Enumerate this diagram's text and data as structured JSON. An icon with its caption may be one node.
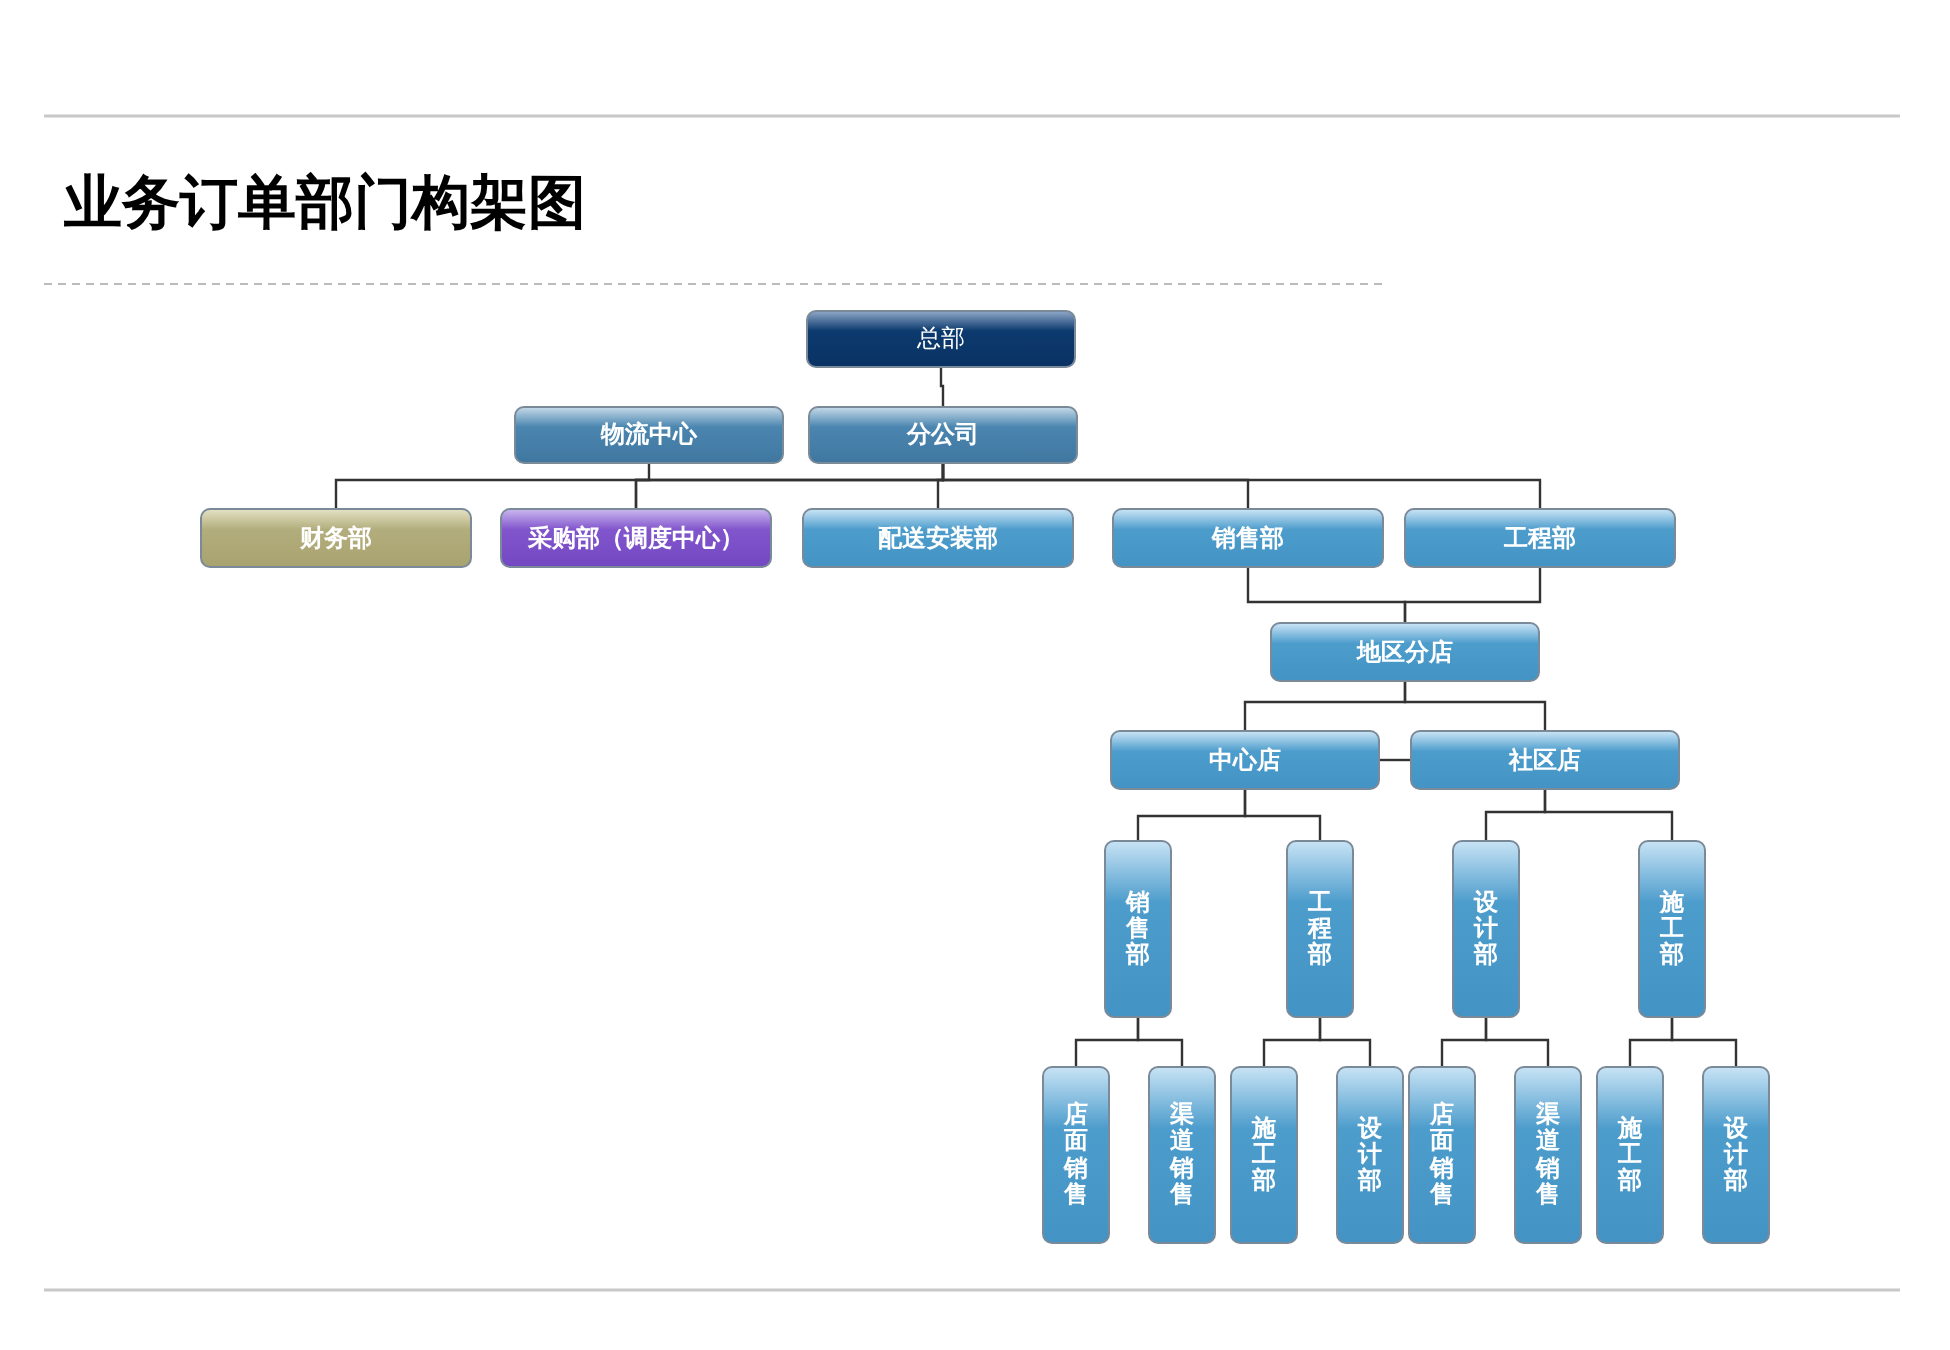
{
  "diagram": {
    "title": "业务订单部门构架图",
    "nodes": [
      {
        "text": [
          "总部"
        ]
      },
      {
        "text": [
          "物流中心"
        ]
      },
      {
        "text": [
          "分公司"
        ]
      },
      {
        "text": [
          "财务部"
        ]
      },
      {
        "text": [
          "采购部（调度中心）"
        ]
      },
      {
        "text": [
          "配送安装部"
        ]
      },
      {
        "text": [
          "销售部"
        ]
      },
      {
        "text": [
          "工程部"
        ]
      },
      {
        "text": [
          "地区分店"
        ]
      },
      {
        "text": [
          "中心店"
        ]
      },
      {
        "text": [
          "社区店"
        ]
      },
      {
        "text": [
          "销售部"
        ]
      },
      {
        "text": [
          "工程部"
        ]
      },
      {
        "text": [
          "设计部"
        ]
      },
      {
        "text": [
          "施工部"
        ]
      },
      {
        "text": [
          "店面销售"
        ]
      },
      {
        "text": [
          "渠道销售"
        ]
      },
      {
        "text": [
          "施工部"
        ]
      },
      {
        "text": [
          "设计部"
        ]
      },
      {
        "text": [
          "店面销售"
        ]
      },
      {
        "text": [
          "渠道销售"
        ]
      },
      {
        "text": [
          "施工部"
        ]
      },
      {
        "text": [
          "设计部"
        ]
      }
    ],
    "edges": [
      {
        "from": 0,
        "to": 2,
        "arrow": "none"
      },
      {
        "from": 2,
        "to": 3,
        "arrow": "none"
      },
      {
        "from": 2,
        "to": 4,
        "arrow": "none"
      },
      {
        "from": 1,
        "to": 4,
        "arrow": "none"
      },
      {
        "from": 2,
        "to": 5,
        "arrow": "none"
      },
      {
        "from": 2,
        "to": 6,
        "arrow": "none"
      },
      {
        "from": 2,
        "to": 7,
        "arrow": "none"
      },
      {
        "from": 6,
        "to": 8,
        "arrow": "none"
      },
      {
        "from": 7,
        "to": 8,
        "arrow": "none"
      },
      {
        "from": 8,
        "to": 9,
        "arrow": "none"
      },
      {
        "from": 8,
        "to": 10,
        "arrow": "none"
      },
      {
        "from": 9,
        "to": 10,
        "arrow": "none"
      },
      {
        "from": 9,
        "to": 11,
        "arrow": "none"
      },
      {
        "from": 9,
        "to": 12,
        "arrow": "none"
      },
      {
        "from": 10,
        "to": 13,
        "arrow": "none"
      },
      {
        "from": 10,
        "to": 14,
        "arrow": "none"
      },
      {
        "from": 11,
        "to": 15,
        "arrow": "none"
      },
      {
        "from": 11,
        "to": 16,
        "arrow": "none"
      },
      {
        "from": 12,
        "to": 17,
        "arrow": "none"
      },
      {
        "from": 12,
        "to": 18,
        "arrow": "none"
      },
      {
        "from": 13,
        "to": 19,
        "arrow": "none"
      },
      {
        "from": 13,
        "to": 20,
        "arrow": "none"
      },
      {
        "from": 14,
        "to": 21,
        "arrow": "none"
      },
      {
        "from": 14,
        "to": 22,
        "arrow": "none"
      }
    ]
  }
}
